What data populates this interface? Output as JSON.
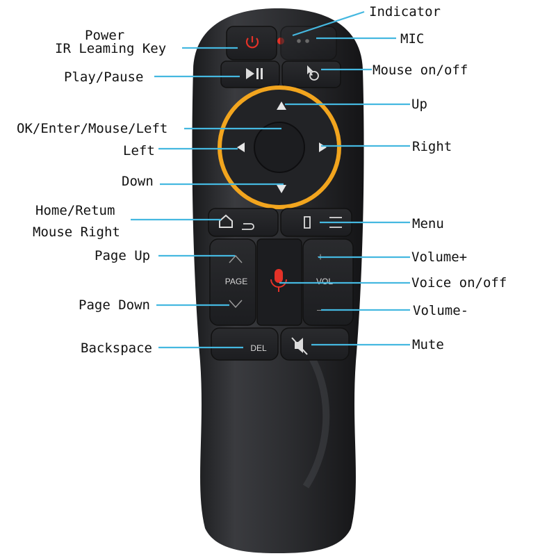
{
  "labels": {
    "indicator": "Indicator",
    "power": "Power",
    "ir_learning": "IR Leaming Key",
    "mic": "MIC",
    "play_pause": "Play/Pause",
    "mouse_onoff": "Mouse on/off",
    "up": "Up",
    "ok_enter": "OK/Enter/Mouse/Left",
    "left": "Left",
    "right": "Right",
    "down": "Down",
    "home_return": "Home/Retum",
    "mouse_right": "Mouse Right",
    "menu": "Menu",
    "page_up": "Page Up",
    "volume_plus": "Volume+",
    "voice_onoff": "Voice on/off",
    "page_down": "Page Down",
    "volume_minus": "Volume-",
    "backspace": "Backspace",
    "mute": "Mute"
  },
  "buttons": {
    "page": "PAGE",
    "vol": "VOL",
    "del": "DEL",
    "vol_plus": "+",
    "vol_minus": "—"
  },
  "colors": {
    "body": "#2c2d30",
    "button": "#202124",
    "ring": "#f2a51e",
    "leader": "#45b8e0",
    "accent_red": "#e53228"
  },
  "icons": [
    "power-icon",
    "indicator-led",
    "mic-holes",
    "play-pause-icon",
    "mouse-icon",
    "up-arrow-icon",
    "left-arrow-icon",
    "right-arrow-icon",
    "down-arrow-icon",
    "home-icon",
    "return-icon",
    "menu-icon",
    "mic-icon",
    "mute-icon"
  ]
}
